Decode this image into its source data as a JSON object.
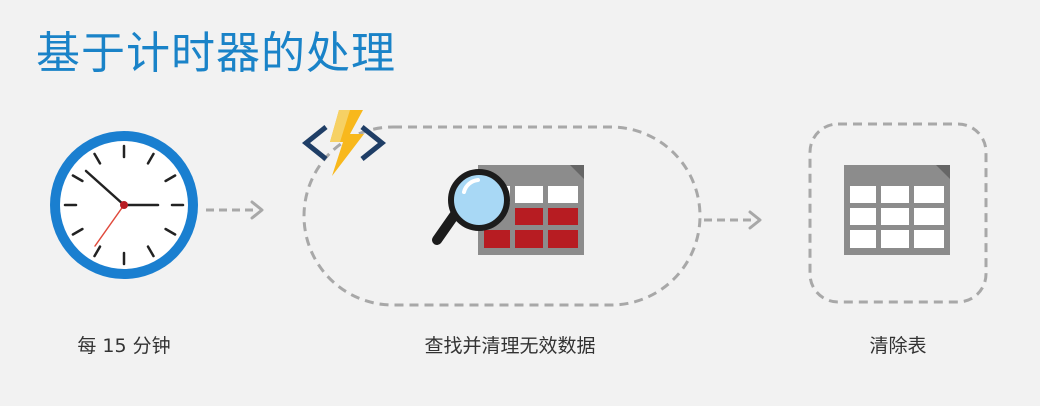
{
  "title": "基于计时器的处理",
  "steps": [
    {
      "caption": "每 15 分钟",
      "icon": "clock-icon"
    },
    {
      "caption": "查找并清理无效数据",
      "icon": "search-table-icon",
      "badge_icon": "azure-function-icon"
    },
    {
      "caption": "清除表",
      "icon": "table-icon"
    }
  ],
  "colors": {
    "title": "#1a83c8",
    "clock_ring": "#1a7fd0",
    "dashed": "#a8a8a8",
    "table_header": "#8c8c8c",
    "invalid_cells": "#b71c22",
    "bolt": "#f8b81c",
    "code_brackets": "#1f3e66"
  }
}
